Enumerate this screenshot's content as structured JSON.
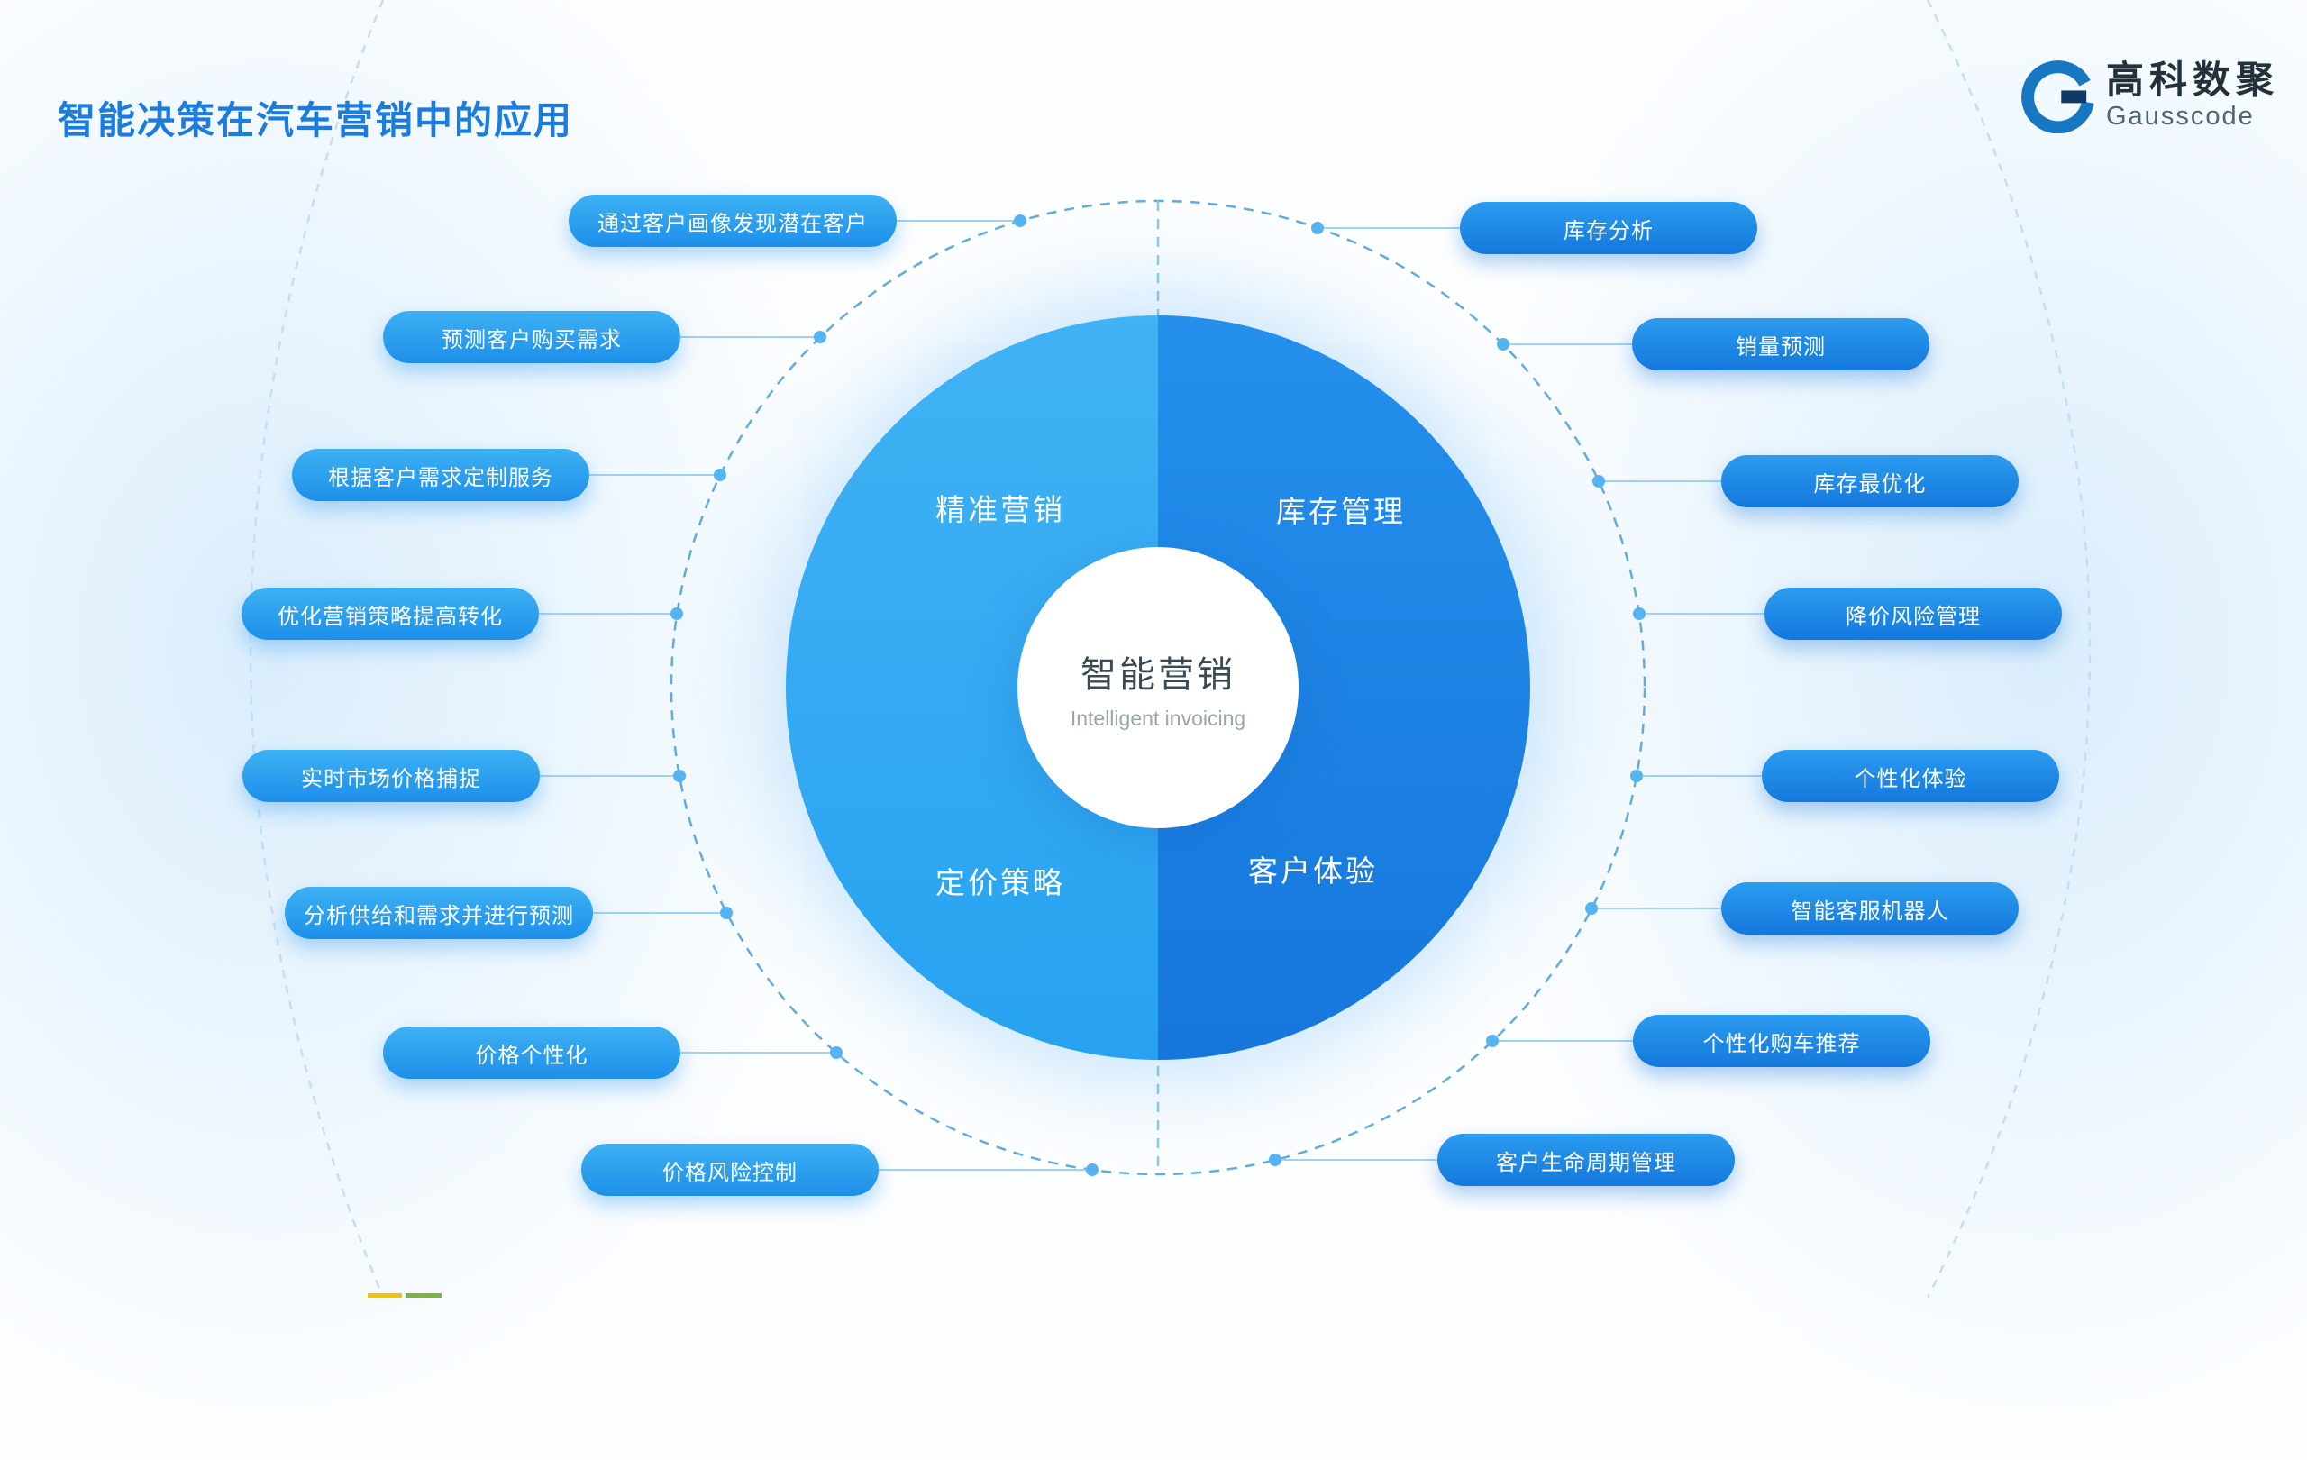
{
  "page": {
    "title": "智能决策在汽车营销中的应用"
  },
  "logo": {
    "name": "高科数聚",
    "subtitle": "Gausscode",
    "icon": "gausscode-g-icon"
  },
  "diagram": {
    "center": {
      "title": "智能营销",
      "subtitle": "Intelligent invoicing"
    },
    "quadrants": [
      "精准营销",
      "库存管理",
      "定价策略",
      "客户体验"
    ],
    "left_items": [
      "通过客户画像发现潜在客户",
      "预测客户购买需求",
      "根据客户需求定制服务",
      "优化营销策略提高转化",
      "实时市场价格捕捉",
      "分析供给和需求并进行预测",
      "价格个性化",
      "价格风险控制"
    ],
    "right_items": [
      "库存分析",
      "销量预测",
      "库存最优化",
      "降价风险管理",
      "个性化体验",
      "智能客服机器人",
      "个性化购车推荐",
      "客户生命周期管理"
    ]
  },
  "colors": {
    "title_blue": "#1c7cde",
    "circle_left_half": "#2fa9f1",
    "circle_right_half": "#1c84e4",
    "pill_blue": "#1e8fe9",
    "connector_blue": "#9ed2f5",
    "bottom_strip_yellow": "#f2c200",
    "bottom_strip_green": "#7cb342"
  }
}
